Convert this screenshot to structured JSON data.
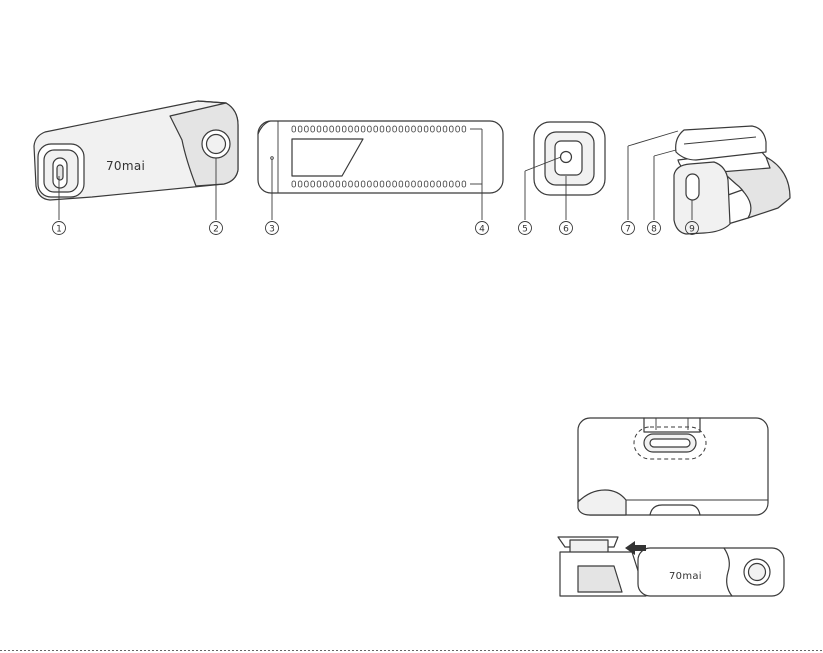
{
  "brand": {
    "logo_text": "70mai"
  },
  "callouts": [
    "1",
    "2",
    "3",
    "4",
    "5",
    "6",
    "7",
    "8",
    "9"
  ],
  "colors": {
    "line": "#3a3a3a",
    "body_fill": "#f1f1f1",
    "shade_fill": "#e4e4e4",
    "arrow": "#333333"
  }
}
